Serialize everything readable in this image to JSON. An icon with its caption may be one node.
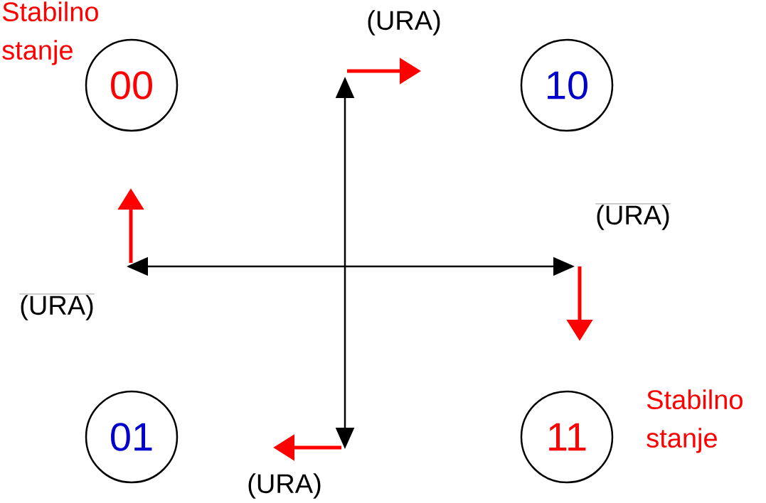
{
  "diagram": {
    "nodes": [
      {
        "text": [
          "00"
        ],
        "beside": [
          "Stabilno stanje"
        ]
      },
      {
        "text": [
          "10"
        ]
      },
      {
        "text": [
          "01"
        ]
      },
      {
        "text": [
          "11"
        ],
        "beside": [
          "Stabilno stanje"
        ]
      }
    ],
    "labels": [
      "(URA)",
      "\\overline{\\hbox{(URA)}}",
      "\\overline{\\hbox{(URA)}}",
      "(URA)"
    ]
  }
}
